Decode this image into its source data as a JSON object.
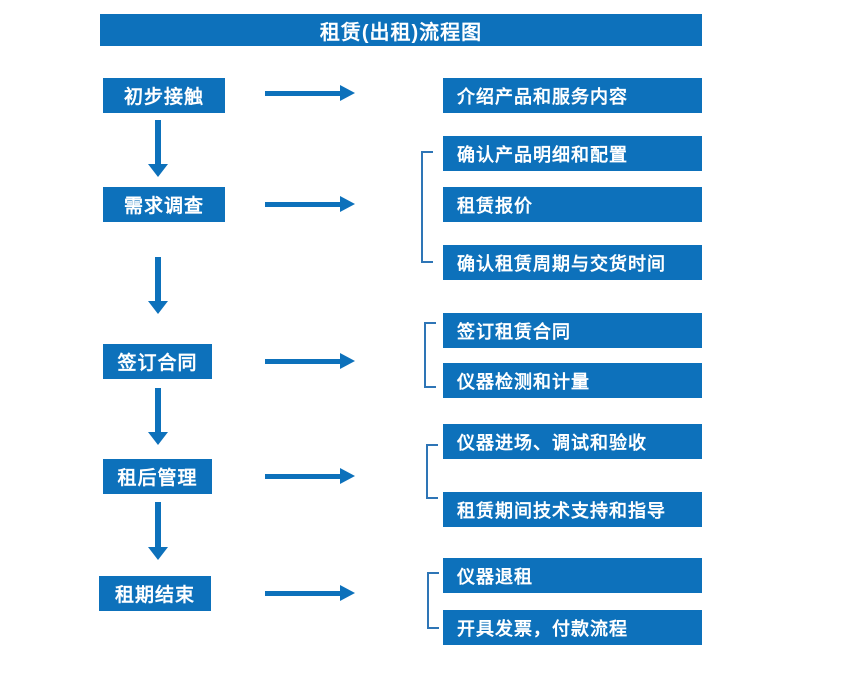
{
  "title": "租赁(出租)流程图",
  "colors": {
    "primary_blue": "#0d71bb",
    "bracket_blue": "#2e75b6",
    "text_white": "#ffffff",
    "background": "#ffffff"
  },
  "stages": [
    {
      "label": "初步接触",
      "details": [
        "介绍产品和服务内容"
      ]
    },
    {
      "label": "需求调查",
      "details": [
        "确认产品明细和配置",
        "租赁报价",
        "确认租赁周期与交货时间"
      ]
    },
    {
      "label": "签订合同",
      "details": [
        "签订租赁合同",
        "仪器检测和计量"
      ]
    },
    {
      "label": "租后管理",
      "details": [
        "仪器进场、调试和验收",
        "租赁期间技术支持和指导"
      ]
    },
    {
      "label": "租期结束",
      "details": [
        "仪器退租",
        "开具发票，付款流程"
      ]
    }
  ]
}
